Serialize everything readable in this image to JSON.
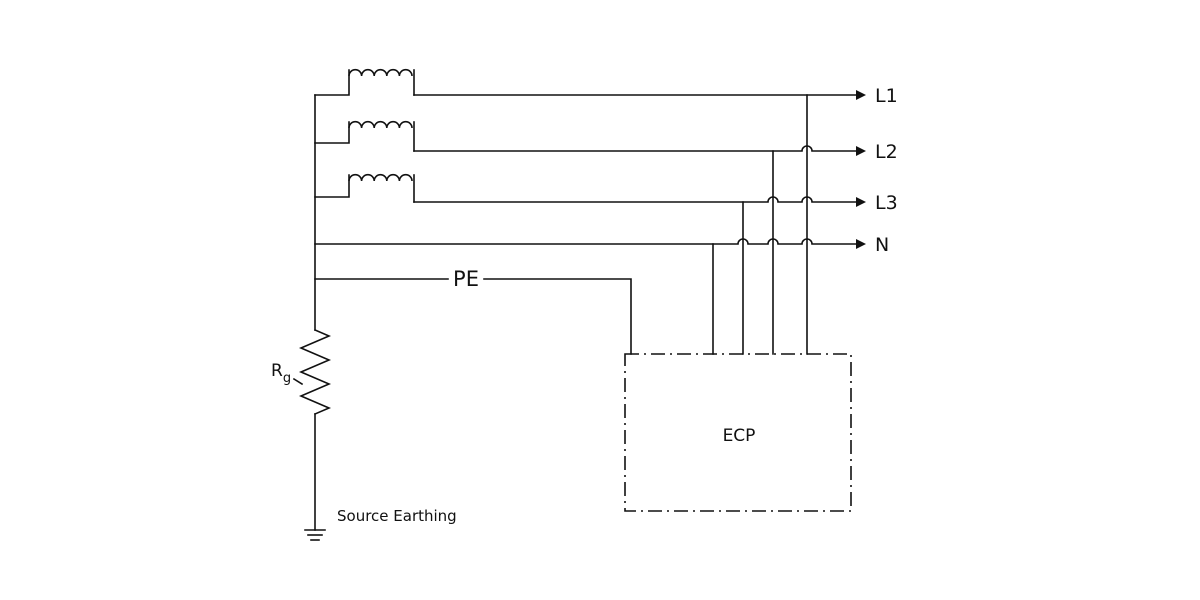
{
  "diagram": {
    "lines": {
      "l1": "L1",
      "l2": "L2",
      "l3": "L3",
      "n": "N"
    },
    "pe_label": "PE",
    "ecp_label": "ECP",
    "resistor_label": "R",
    "resistor_subscript": "g",
    "earthing_label": "Source Earthing"
  }
}
